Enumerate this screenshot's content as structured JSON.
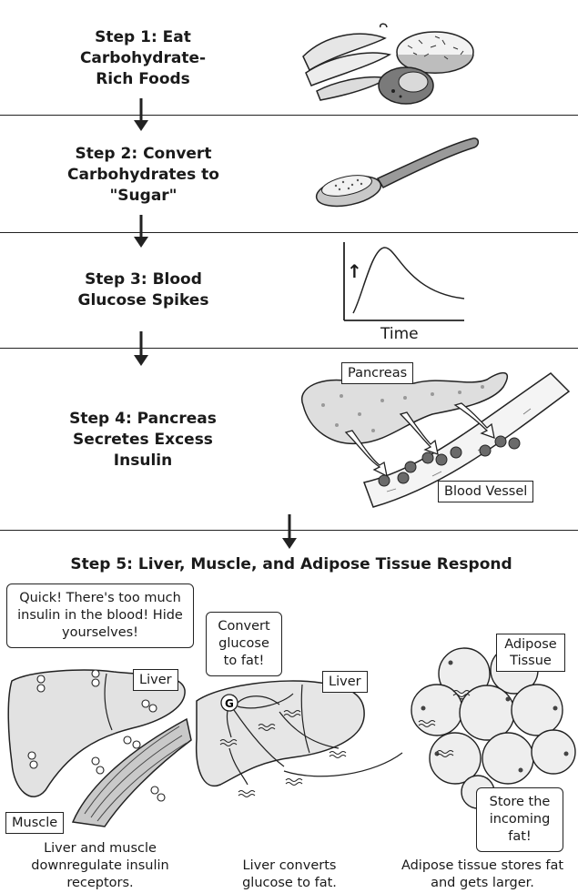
{
  "steps": {
    "step1": "Step 1: Eat Carbohydrate-Rich Foods",
    "step2": "Step 2: Convert Carbohydrates to \"Sugar\"",
    "step3": "Step 3: Blood Glucose Spikes",
    "step4": "Step 4: Pancreas Secretes Excess Insulin",
    "step5": "Step 5: Liver, Muscle, and Adipose Tissue Respond"
  },
  "graph": {
    "xlabel": "Time",
    "up_arrow": "↑"
  },
  "labels": {
    "pancreas": "Pancreas",
    "blood_vessel": "Blood Vessel",
    "liver_left": "Liver",
    "muscle": "Muscle",
    "liver_middle": "Liver",
    "adipose": "Adipose Tissue"
  },
  "bubbles": {
    "liver_muscle_speech": "Quick! There's too much insulin in the blood! Hide yourselves!",
    "liver_speech": "Convert glucose to fat!",
    "adipose_speech": "Store the incoming fat!"
  },
  "captions": {
    "left": "Liver and muscle downregulate insulin receptors.",
    "middle": "Liver converts glucose to fat.",
    "right": "Adipose tissue stores fat and gets larger."
  }
}
